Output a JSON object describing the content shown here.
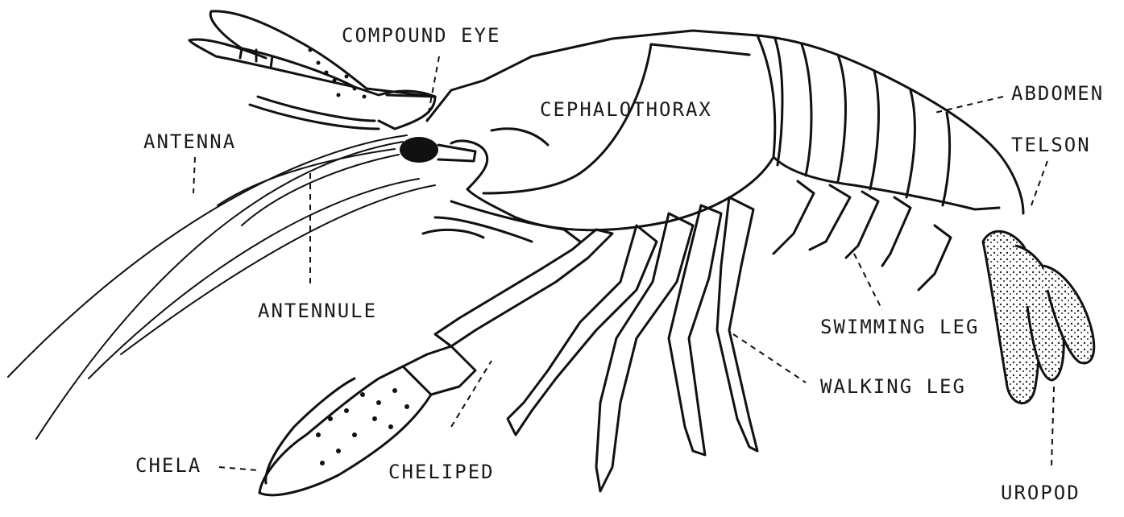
{
  "diagram": {
    "labels": {
      "compound_eye": "COMPOUND EYE",
      "cephalothorax": "CEPHALOTHORAX",
      "abdomen": "ABDOMEN",
      "telson": "TELSON",
      "antenna": "ANTENNA",
      "antennule": "ANTENNULE",
      "swimming_leg": "SWIMMING LEG",
      "walking_leg": "WALKING LEG",
      "chela": "CHELA",
      "cheliped": "CHELIPED",
      "uropod": "UROPOD"
    }
  }
}
